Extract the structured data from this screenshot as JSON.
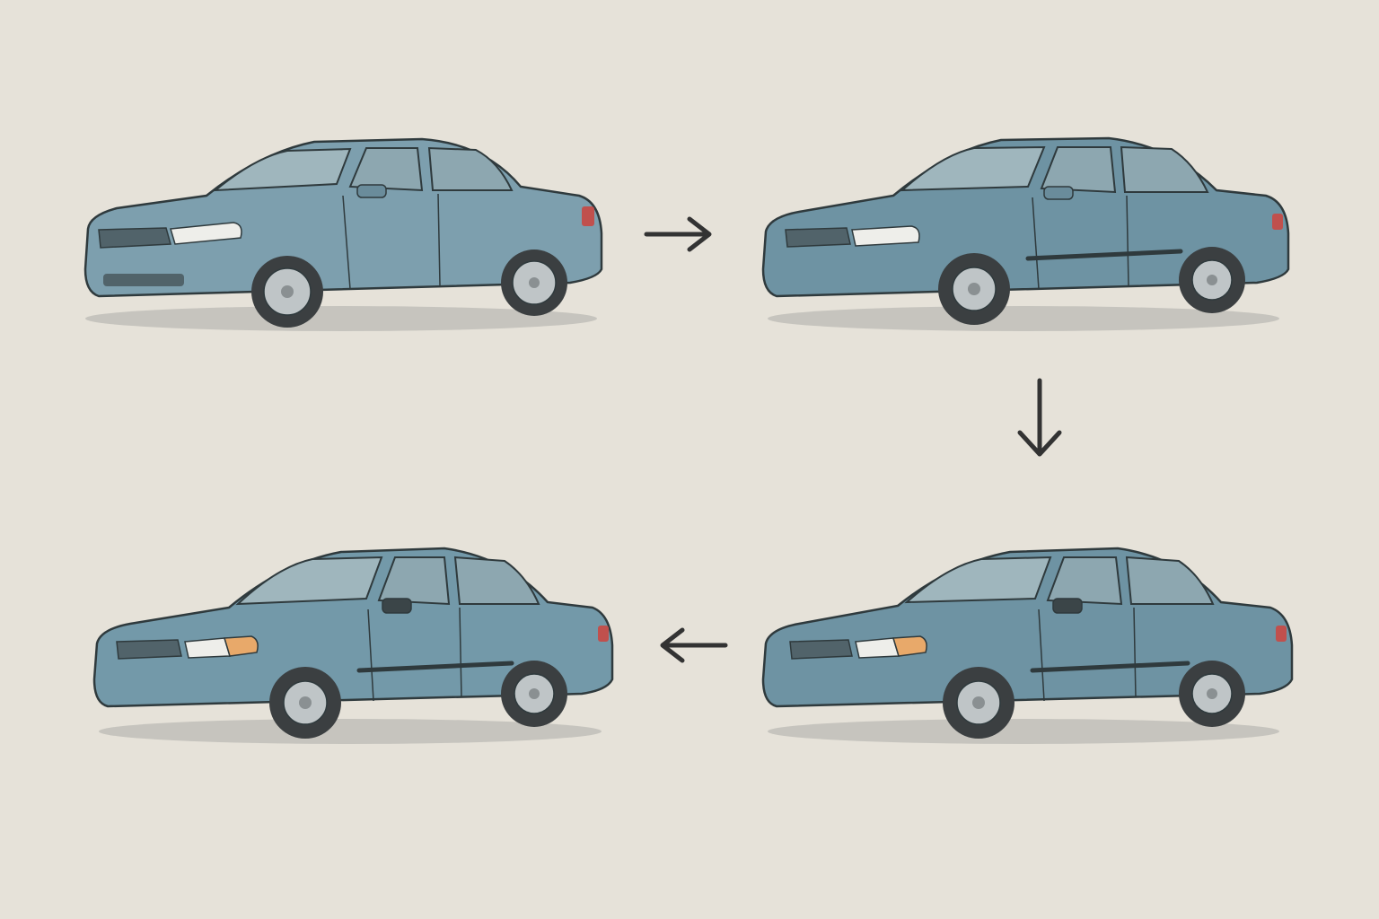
{
  "diagram": {
    "flow": "clockwise",
    "nodes": [
      {
        "id": "car-1",
        "label": "",
        "headlight": "clear",
        "trim_strip": false
      },
      {
        "id": "car-2",
        "label": "",
        "headlight": "clear",
        "trim_strip": true
      },
      {
        "id": "car-3",
        "label": "",
        "headlight": "amber",
        "trim_strip": true
      },
      {
        "id": "car-4",
        "label": "",
        "headlight": "amber",
        "trim_strip": true
      }
    ],
    "edges": [
      {
        "from": "car-1",
        "to": "car-2",
        "direction": "right"
      },
      {
        "from": "car-2",
        "to": "car-3",
        "direction": "down"
      },
      {
        "from": "car-3",
        "to": "car-4",
        "direction": "left"
      }
    ]
  },
  "colors": {
    "background": "#e6e2d9",
    "body": "#7d9fae",
    "body_shade": "#6a8c9b",
    "glass": "#9fb6bd",
    "outline": "#2f3a3d",
    "tire": "#3b3f41",
    "rim": "#bfc5c7",
    "arrow": "#333333",
    "amber_light": "#e8a96a",
    "clear_light": "#eeeeea",
    "tail_light": "#c0504d"
  },
  "icons": {
    "car": "sedan-car-icon",
    "arrow_right": "arrow-right-icon",
    "arrow_down": "arrow-down-icon",
    "arrow_left": "arrow-left-icon"
  }
}
